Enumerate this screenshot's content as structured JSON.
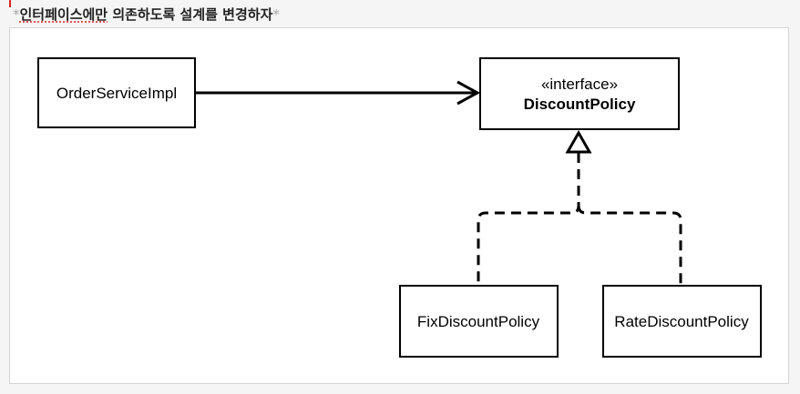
{
  "caption": {
    "prefix_mark": "*",
    "underlined_text": "인터페이스에만",
    "rest_text": " 의존하도록 설계를 변경하자",
    "suffix_mark": "*"
  },
  "diagram": {
    "nodes": {
      "order_service_impl": {
        "label": "OrderServiceImpl"
      },
      "discount_policy": {
        "stereotype": "«interface»",
        "label": "DiscountPolicy"
      },
      "fix_discount_policy": {
        "label": "FixDiscountPolicy"
      },
      "rate_discount_policy": {
        "label": "RateDiscountPolicy"
      }
    },
    "edges": [
      {
        "from": "order_service_impl",
        "to": "discount_policy",
        "kind": "dependency",
        "style": "solid-open-arrow"
      },
      {
        "from": "fix_discount_policy",
        "to": "discount_policy",
        "kind": "realization",
        "style": "dashed-hollow-triangle"
      },
      {
        "from": "rate_discount_policy",
        "to": "discount_policy",
        "kind": "realization",
        "style": "dashed-hollow-triangle"
      }
    ]
  }
}
